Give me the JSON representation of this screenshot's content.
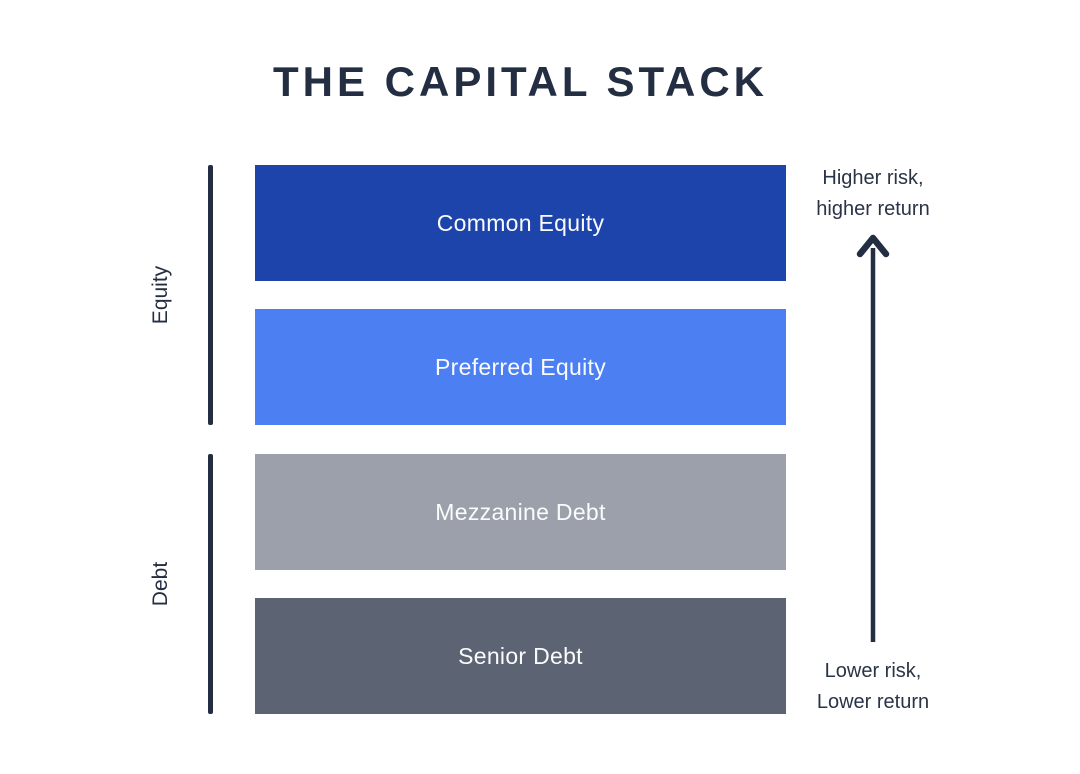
{
  "title": "THE CAPITAL STACK",
  "colors": {
    "background": "#FFFFFF",
    "ink": "#242E42",
    "common_equity": "#1C44AA",
    "preferred_equity": "#4C7FF2",
    "mezzanine_debt": "#9CA0AA",
    "senior_debt": "#5C6372",
    "layer_text": "#FAFBFC"
  },
  "groups": [
    {
      "label": "Equity"
    },
    {
      "label": "Debt"
    }
  ],
  "layers": [
    {
      "label": "Common Equity",
      "group": "Equity",
      "color": "#1C44AA"
    },
    {
      "label": "Preferred Equity",
      "group": "Equity",
      "color": "#4C7FF2"
    },
    {
      "label": "Mezzanine Debt",
      "group": "Debt",
      "color": "#9CA0AA"
    },
    {
      "label": "Senior Debt",
      "group": "Debt",
      "color": "#5C6372"
    }
  ],
  "risk_axis": {
    "top_line1": "Higher risk,",
    "top_line2": "higher return",
    "bottom_line1": "Lower risk,",
    "bottom_line2": "Lower return",
    "arrow_direction": "up"
  }
}
